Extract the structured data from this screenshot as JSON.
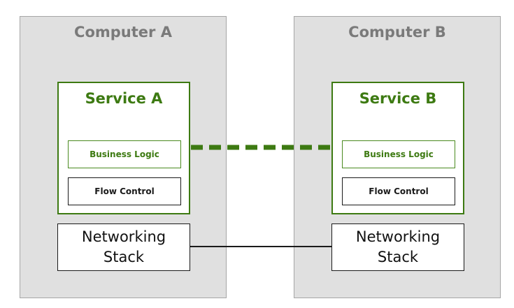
{
  "computers": [
    {
      "title": "Computer A",
      "service": {
        "title": "Service A",
        "business_logic": "Business Logic",
        "flow_control": "Flow Control"
      },
      "networking_stack": "Networking\nStack"
    },
    {
      "title": "Computer B",
      "service": {
        "title": "Service B",
        "business_logic": "Business Logic",
        "flow_control": "Flow Control"
      },
      "networking_stack": "Networking\nStack"
    }
  ],
  "colors": {
    "accent_green": "#3d7a12",
    "computer_bg": "#e0e0e0",
    "title_gray": "#7a7a7a",
    "line": "#1a1a1a"
  }
}
